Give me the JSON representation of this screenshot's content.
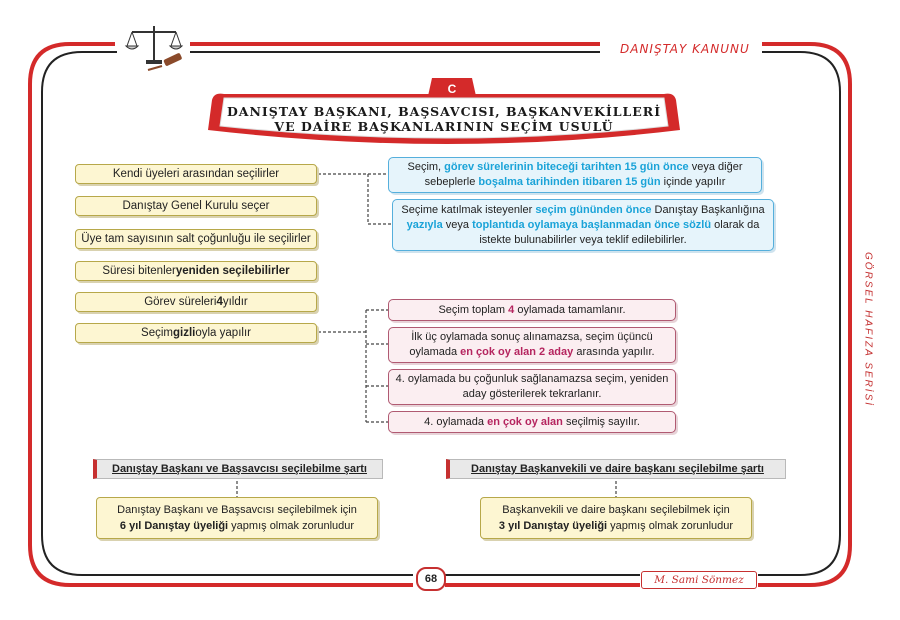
{
  "colors": {
    "frame": "#d42a2a",
    "dark_frame": "#222222",
    "blue_highlight": "#1aa3d8",
    "magenta_highlight": "#b5255f",
    "yellow_box": "#fdf6d2",
    "blue_box": "#e6f4fb",
    "pink_box": "#fbeef1"
  },
  "icons": {
    "logo": "scales-of-justice-gavel-icon"
  },
  "header": {
    "title": "DANIŞTAY KANUNU"
  },
  "side": {
    "series": "GÖRSEL HAFIZA SERİSİ"
  },
  "section": {
    "letter": "C",
    "title_line1": "DANIŞTAY BAŞKANI, BAŞSAVCISI, BAŞKANVEKİLLERİ",
    "title_line2": "VE DAİRE BAŞKANLARININ SEÇİM USULÜ"
  },
  "left_items": [
    {
      "text": "Kendi üyeleri arasından seçilirler"
    },
    {
      "text": "Danıştay Genel Kurulu seçer"
    },
    {
      "text": "Üye tam sayısının salt çoğunluğu ile seçilirler"
    },
    {
      "pre": "Süresi bitenler ",
      "bold": "yeniden seçilebilirler",
      "post": ""
    },
    {
      "pre": "Görev süreleri ",
      "bold": "4",
      "post": " yıldır"
    },
    {
      "pre": "Seçim ",
      "bold": "gizli",
      "post": " oyla yapılır"
    }
  ],
  "blue_boxes": [
    {
      "t1": "Seçim, ",
      "h1": "görev sürelerinin biteceği tarihten 15 gün önce",
      "t2": " veya diğer sebeplerle ",
      "h2": "boşalma tarihinden itibaren 15 gün",
      "t3": " içinde yapılır"
    },
    {
      "t1": "Seçime katılmak isteyenler ",
      "h1": "seçim gününden önce",
      "t2": " Danıştay Başkanlığına ",
      "h2": "yazıyla",
      "t3": " veya ",
      "h3": "toplantıda oylamaya başlanmadan önce sözlü",
      "t4": " olarak da istekte bulunabilirler veya teklif edilebilirler."
    }
  ],
  "pink_boxes": [
    {
      "pre": "Seçim toplam ",
      "hl": "4",
      "post": " oylamada tamamlanır."
    },
    {
      "pre": "İlk üç oylamada sonuç alınamazsa, seçim üçüncü oylamada ",
      "hl": "en çok oy alan 2 aday",
      "post": " arasında yapılır."
    },
    {
      "pre": "4. oylamada bu çoğunluk sağlanamazsa seçim, yeniden aday gösterilerek tekrarlanır.",
      "hl": "",
      "post": ""
    },
    {
      "pre": "4. oylamada ",
      "hl": "en çok oy alan",
      "post": " seçilmiş sayılır."
    }
  ],
  "conditions": [
    {
      "heading": "Danıştay Başkanı ve Başsavcısı seçilebilme şartı",
      "line1": "Danıştay Başkanı ve Başsavcısı seçilebilmek için",
      "bold": "6 yıl Danıştay üyeliği",
      "post": " yapmış olmak zorunludur"
    },
    {
      "heading": "Danıştay Başkanvekili ve daire başkanı seçilebilme şartı",
      "line1": "Başkanvekili ve daire başkanı seçilebilmek için",
      "bold": "3 yıl Danıştay üyeliği",
      "post": " yapmış olmak zorunludur"
    }
  ],
  "footer": {
    "page": "68",
    "author": "M. Sami Sönmez"
  }
}
